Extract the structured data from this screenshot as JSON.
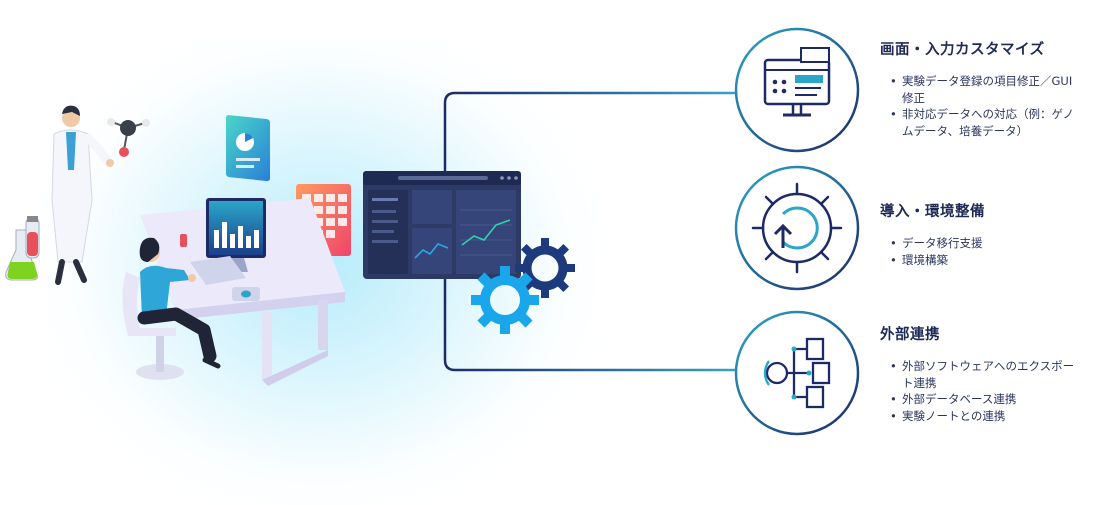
{
  "sections": [
    {
      "icon": "dashboard-monitor-icon",
      "title": "画面・入力カスタマイズ",
      "items": [
        "実験データ登録の項目修正／GUI修正",
        "非対応データへの対応（例：ゲノムデータ、培養データ）"
      ]
    },
    {
      "icon": "gear-refresh-icon",
      "title": "導入・環境整備",
      "items": [
        "データ移行支援",
        "環境構築"
      ]
    },
    {
      "icon": "document-network-icon",
      "title": "外部連携",
      "items": [
        "外部ソフトウェアへのエクスポート連携",
        "外部データベース連携",
        "実験ノートとの連携"
      ]
    }
  ],
  "colors": {
    "navy": "#1c2a66",
    "teal": "#2aa6c9",
    "blue": "#2d9be8",
    "panel": "#2d3a66",
    "desk": "#e6e4f6",
    "accent_red": "#e8505b"
  }
}
